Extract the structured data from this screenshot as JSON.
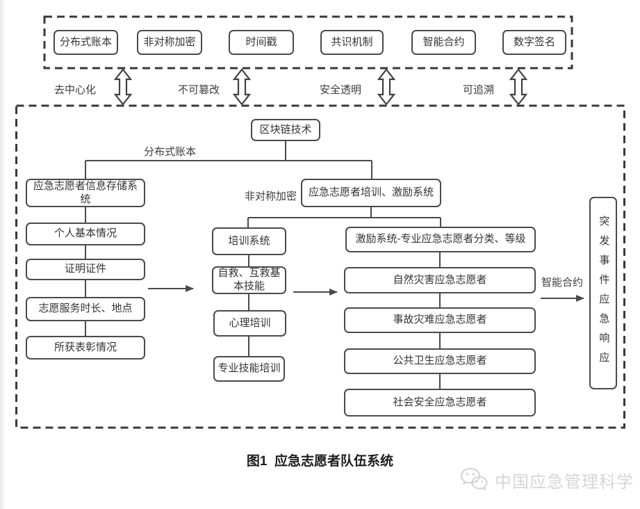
{
  "top_section": {
    "components": [
      "分布式账本",
      "非对称加密",
      "时间戳",
      "共识机制",
      "智能合约",
      "数字签名"
    ],
    "features": [
      "去中心化",
      "不可篡改",
      "安全透明",
      "可追溯"
    ]
  },
  "diagram": {
    "root": "区块链技术",
    "edge_labels": {
      "distributed_ledger": "分布式账本",
      "asymmetric_encryption": "非对称加密",
      "smart_contract": "智能合约"
    },
    "storage": {
      "title": "应急志愿者信息存储系统",
      "items": [
        "个人基本情况",
        "证明证件",
        "志愿服务时长、地点",
        "所获表彰情况"
      ]
    },
    "training_incentive": {
      "title": "应急志愿者培训、激励系统"
    },
    "training": {
      "title": "培训系统",
      "items": [
        "自救、互救基本技能",
        "心理培训",
        "专业技能培训"
      ]
    },
    "incentive": {
      "title": "激励系统-专业应急志愿者分类、等级",
      "items": [
        "自然灾害应急志愿者",
        "事故灾难应急志愿者",
        "公共卫生应急志愿者",
        "社会安全应急志愿者"
      ]
    },
    "response": "突发事件应急响应"
  },
  "caption": "图1  应急志愿者队伍系统",
  "watermark": {
    "text": "中国应急管理科学",
    "logo": "wechat-icon"
  },
  "colors": {
    "line": "#4a4a4a",
    "dash": "#383838",
    "text": "#333333",
    "watermark": "#d6d6d6"
  }
}
